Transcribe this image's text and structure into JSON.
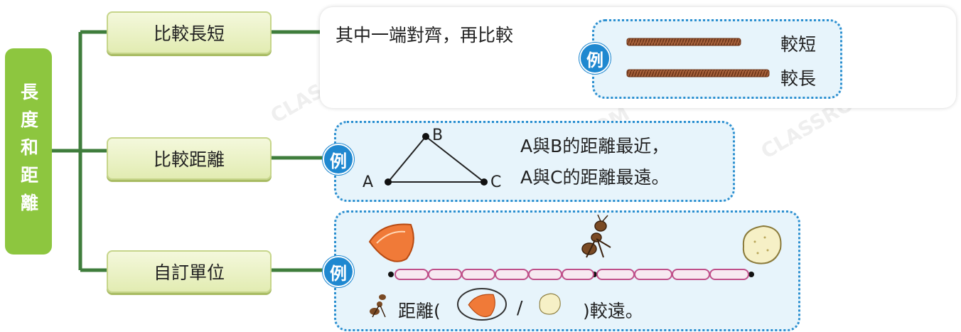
{
  "root": {
    "label": "長度和距離"
  },
  "branches": {
    "compare_length": {
      "label": "比較長短"
    },
    "compare_distance": {
      "label": "比較距離"
    },
    "custom_unit": {
      "label": "自訂單位"
    }
  },
  "length_panel": {
    "text": "其中一端對齊，再比較",
    "example_badge": "例",
    "rope_short_label": "較短",
    "rope_long_label": "較長"
  },
  "distance_example": {
    "badge": "例",
    "point_a": "A",
    "point_b": "B",
    "point_c": "C",
    "line1": "A與B的距離最近，",
    "line2": "A與C的距離最遠。"
  },
  "unit_example": {
    "badge": "例",
    "answer_prefix": "距離(",
    "answer_slash": "/",
    "answer_suffix": ")較遠。"
  },
  "watermark": {
    "text": "CLASSROOM"
  },
  "colors": {
    "tree_line": "#3f7d3c",
    "root_fill": "#8dc63f",
    "badge_blue": "#1f88d0",
    "dotted_border": "#2b8fd0",
    "box_fill": "#e7f4fb",
    "rope": "#8a4b2a",
    "clip": "#c0508a",
    "orange_peel": "#f07a38"
  }
}
